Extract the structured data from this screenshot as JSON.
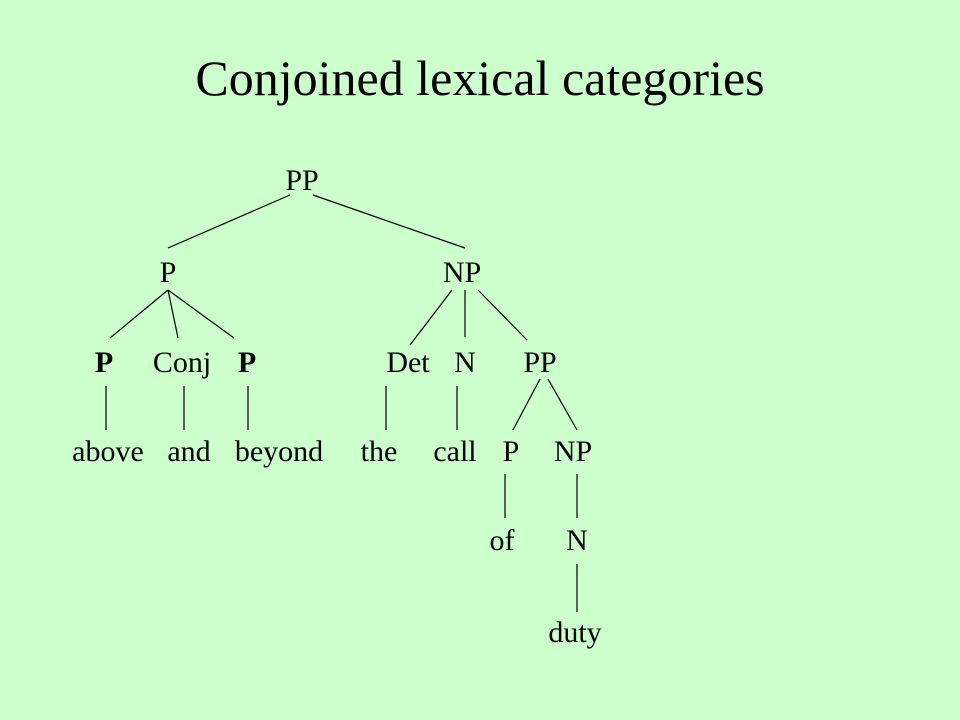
{
  "title": "Conjoined lexical categories",
  "colors": {
    "background": "#ccffcc",
    "text": "#000000",
    "lines": "#000000"
  },
  "tree": {
    "nodes": {
      "pp_root": "PP",
      "p": "P",
      "np": "NP",
      "p_left": "P",
      "conj": "Conj",
      "p_right": "P",
      "det": "Det",
      "n": "N",
      "pp_inner": "PP",
      "above": "above",
      "and": "and",
      "beyond": "beyond",
      "the": "the",
      "call": "call",
      "p_of": "P",
      "np_inner": "NP",
      "of": "of",
      "n_inner": "N",
      "duty": "duty"
    },
    "bold_nodes": [
      "p_left",
      "p_right"
    ]
  }
}
